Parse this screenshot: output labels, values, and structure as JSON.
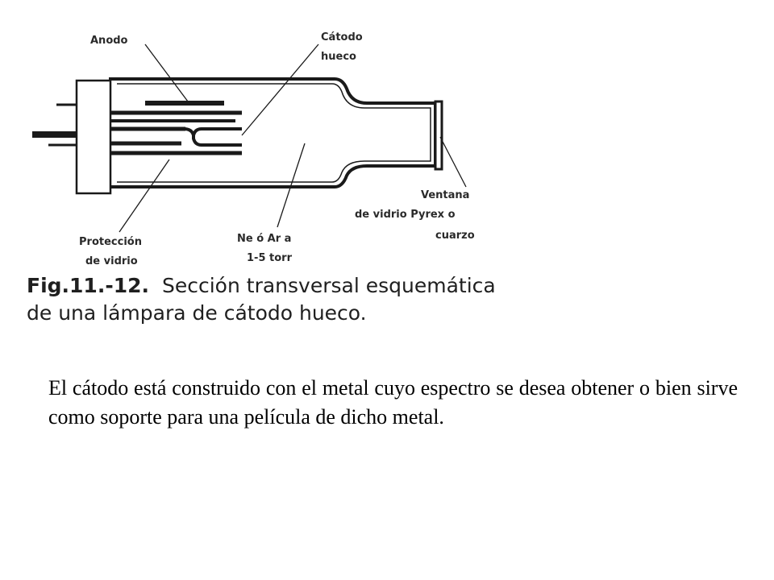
{
  "figure": {
    "labels": {
      "anode": "Anodo",
      "cathode_line1": "Cátodo",
      "cathode_line2": "hueco",
      "window_line1": "Ventana",
      "window_line2": "de vidrio Pyrex o",
      "window_line3": "cuarzo",
      "shield_line1": "Protección",
      "shield_line2": "de vidrio",
      "gas_line1": "Ne ó Ar a",
      "gas_line2": "1-5 torr"
    },
    "caption": {
      "figure_number": "Fig.11.-12.",
      "text": "Sección transversal esquemática de una lámpara de cátodo hueco."
    }
  },
  "body": {
    "paragraph": "El cátodo está construido con el metal cuyo espectro se desea obtener o bien sirve como soporte para una película de dicho metal."
  }
}
